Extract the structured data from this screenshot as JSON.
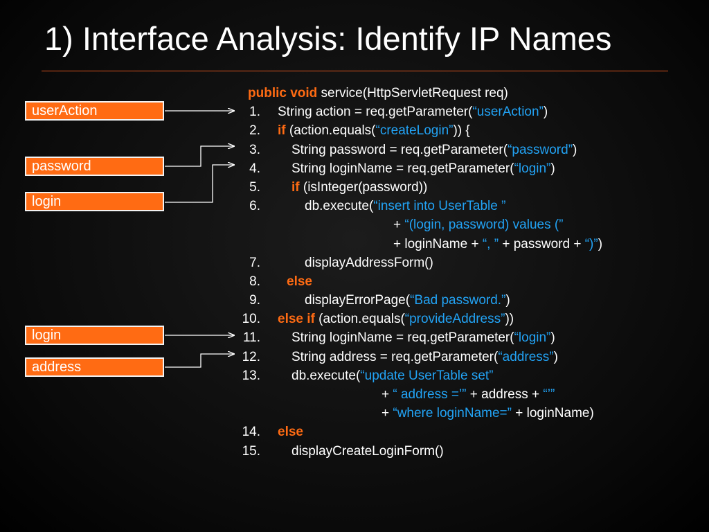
{
  "title": "1) Interface Analysis: Identify IP Names",
  "boxes": [
    "userAction",
    "password",
    "login",
    "login",
    "address"
  ],
  "code": {
    "header": {
      "kw": "public void",
      "rest": " service(HttpServletRequest req)"
    },
    "lines": [
      {
        "num": "1.",
        "t1": "String action = req.getParameter(",
        "s1": "“userAction”",
        "t2": ")"
      },
      {
        "num": "2.",
        "kw": "if",
        "t1": " (action.equals(",
        "s1": "“createLogin”",
        "t2": ")) {"
      },
      {
        "num": "3.",
        "t1": "String password = req.getParameter(",
        "s1": "“password”",
        "t2": ")"
      },
      {
        "num": "4.",
        "t1": "String loginName = req.getParameter(",
        "s1": "“login”",
        "t2": ")"
      },
      {
        "num": "5.",
        "kw": "if",
        "t1": " (isInteger(password))"
      },
      {
        "num": "6.",
        "t1": "db.execute(",
        "s1": "“insert into UserTable ”"
      },
      {
        "num": "",
        "t1": "+ ",
        "s1": "“(login, password) values (”"
      },
      {
        "num": "",
        "t1": "+ loginName + ",
        "s1": "“, ”",
        "t2": " + password + ",
        "s2": "“)”",
        "t3": ")"
      },
      {
        "num": "7.",
        "t1": "displayAddressForm()"
      },
      {
        "num": "8.",
        "kw": "else"
      },
      {
        "num": "9.",
        "t1": "displayErrorPage(",
        "s1": "“Bad password.”",
        "t2": ")"
      },
      {
        "num": "10.",
        "kw": "else if",
        "t1": " (action.equals(",
        "s1": "“provideAddress”",
        "t2": "))"
      },
      {
        "num": "11.",
        "t1": "String loginName = req.getParameter(",
        "s1": "“login”",
        "t2": ")"
      },
      {
        "num": "12.",
        "t1": "String address = req.getParameter(",
        "s1": "“address”",
        "t2": ")"
      },
      {
        "num": "13.",
        "t1": "db.execute(",
        "s1": "“update UserTable set”"
      },
      {
        "num": "",
        "t1": "+ ",
        "s1": "“ address =’”",
        "t2": " + address + ",
        "s2": "“’”"
      },
      {
        "num": "",
        "t1": "+ ",
        "s1": "“where loginName=”",
        "t2": " + loginName)"
      },
      {
        "num": "14.",
        "kw": "else"
      },
      {
        "num": "15.",
        "t1": "displayCreateLoginForm()"
      }
    ]
  },
  "colors": {
    "accent": "#ff6b13",
    "string": "#22a3f5",
    "rule": "#d9531e"
  }
}
